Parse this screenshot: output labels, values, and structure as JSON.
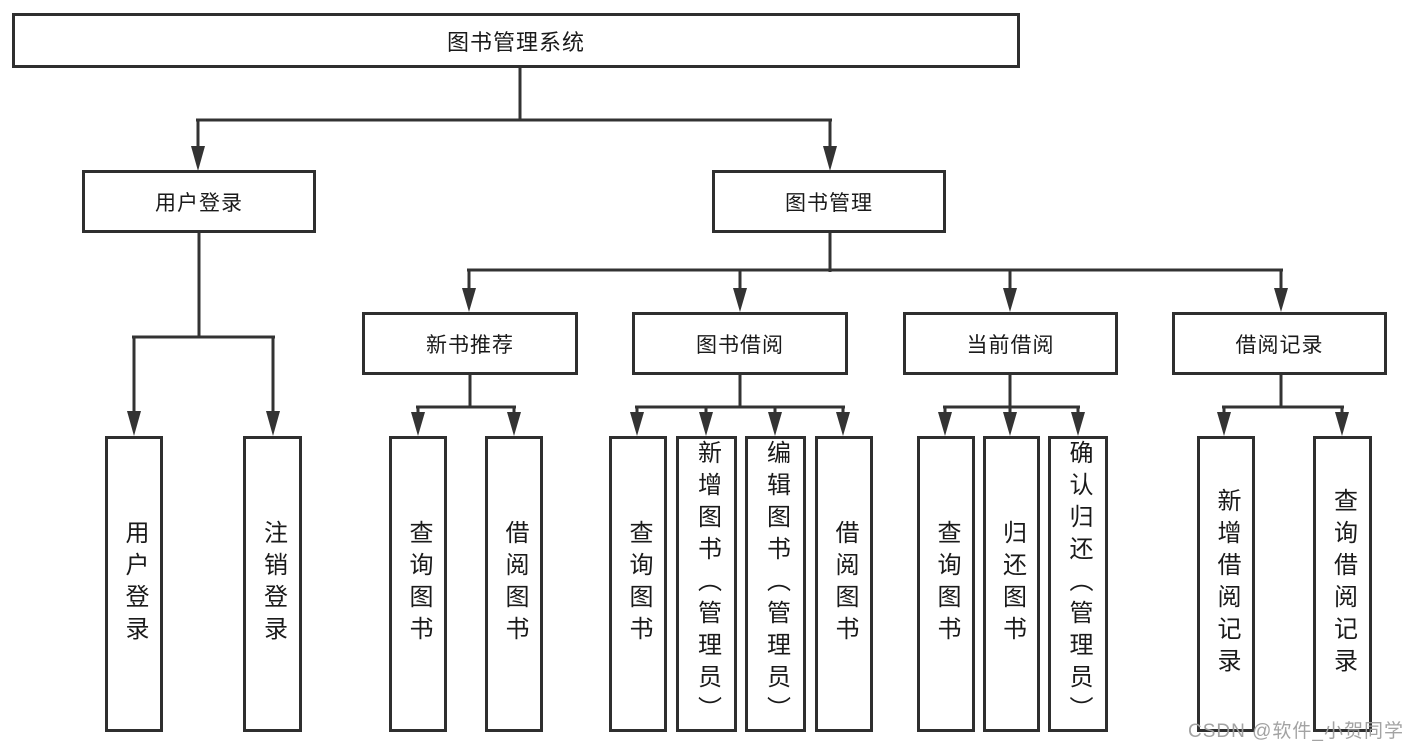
{
  "colors": {
    "line": "#333333",
    "box_border": "#2f2f2f",
    "text": "#1a1a1a",
    "watermark": "#9e9e9e",
    "background": "#ffffff"
  },
  "diagram": {
    "root": {
      "label": "图书管理系统"
    },
    "branches": [
      {
        "label": "用户登录",
        "children": [
          {
            "label": "用户登录"
          },
          {
            "label": "注销登录"
          }
        ]
      },
      {
        "label": "图书管理",
        "groups": [
          {
            "label": "新书推荐",
            "children": [
              {
                "label": "查询图书"
              },
              {
                "label": "借阅图书"
              }
            ]
          },
          {
            "label": "图书借阅",
            "children": [
              {
                "label": "查询图书"
              },
              {
                "label": "新增图书（管理员）"
              },
              {
                "label": "编辑图书（管理员）"
              },
              {
                "label": "借阅图书"
              }
            ]
          },
          {
            "label": "当前借阅",
            "children": [
              {
                "label": "查询图书"
              },
              {
                "label": "归还图书"
              },
              {
                "label": "确认归还（管理员）"
              }
            ]
          },
          {
            "label": "借阅记录",
            "children": [
              {
                "label": "新增借阅记录"
              },
              {
                "label": "查询借阅记录"
              }
            ]
          }
        ]
      }
    ]
  },
  "watermark": {
    "text": "CSDN @软件_小贺同学"
  }
}
